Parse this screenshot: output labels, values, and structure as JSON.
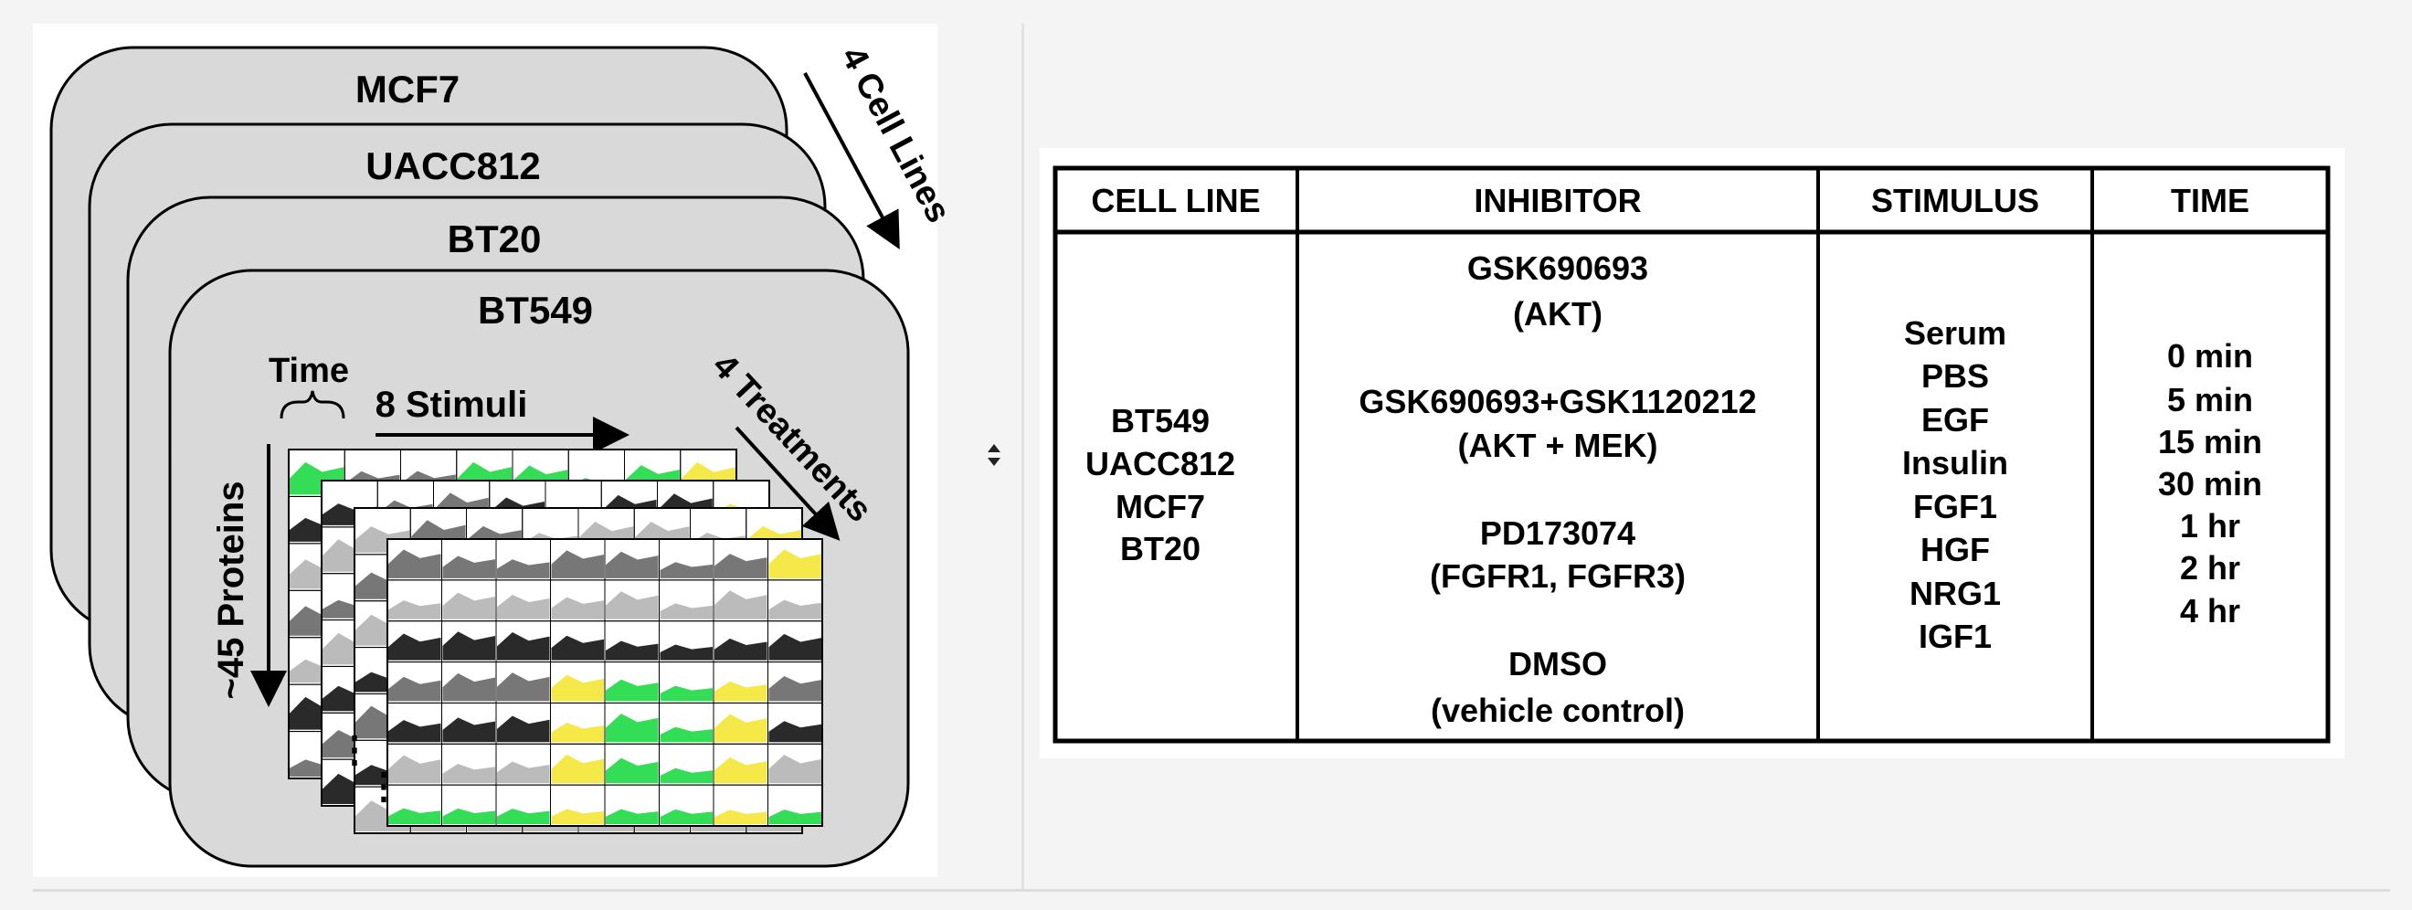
{
  "diagram": {
    "cell_lines": [
      "MCF7",
      "UACC812",
      "BT20",
      "BT549"
    ],
    "label_cell_lines": "4 Cell Lines",
    "label_time": "Time",
    "label_stimuli": "8 Stimuli",
    "label_treatments": "4 Treatments",
    "label_proteins": "~45 Proteins",
    "ellipsis": "⋮",
    "colors": {
      "card": "#d9d9d9",
      "green": "#33dd55",
      "yellow": "#f5e94a",
      "dark": "#2a2a2a",
      "mid": "#777777",
      "light": "#bbbbbb"
    }
  },
  "table": {
    "headers": [
      "CELL LINE",
      "INHIBITOR",
      "STIMULUS",
      "TIME"
    ],
    "cell_lines": [
      "BT549",
      "UACC812",
      "MCF7",
      "BT20"
    ],
    "inhibitors": [
      [
        "GSK690693",
        "(AKT)"
      ],
      [
        "GSK690693+GSK1120212",
        "(AKT + MEK)"
      ],
      [
        "PD173074",
        "(FGFR1, FGFR3)"
      ],
      [
        "DMSO",
        "(vehicle control)"
      ]
    ],
    "stimuli": [
      "Serum",
      "PBS",
      "EGF",
      "Insulin",
      "FGF1",
      "HGF",
      "NRG1",
      "IGF1"
    ],
    "times": [
      "0 min",
      "5 min",
      "15 min",
      "30 min",
      "1  hr",
      "2  hr",
      "4  hr"
    ]
  },
  "controls": {
    "sort_icon": "sort-icon"
  }
}
